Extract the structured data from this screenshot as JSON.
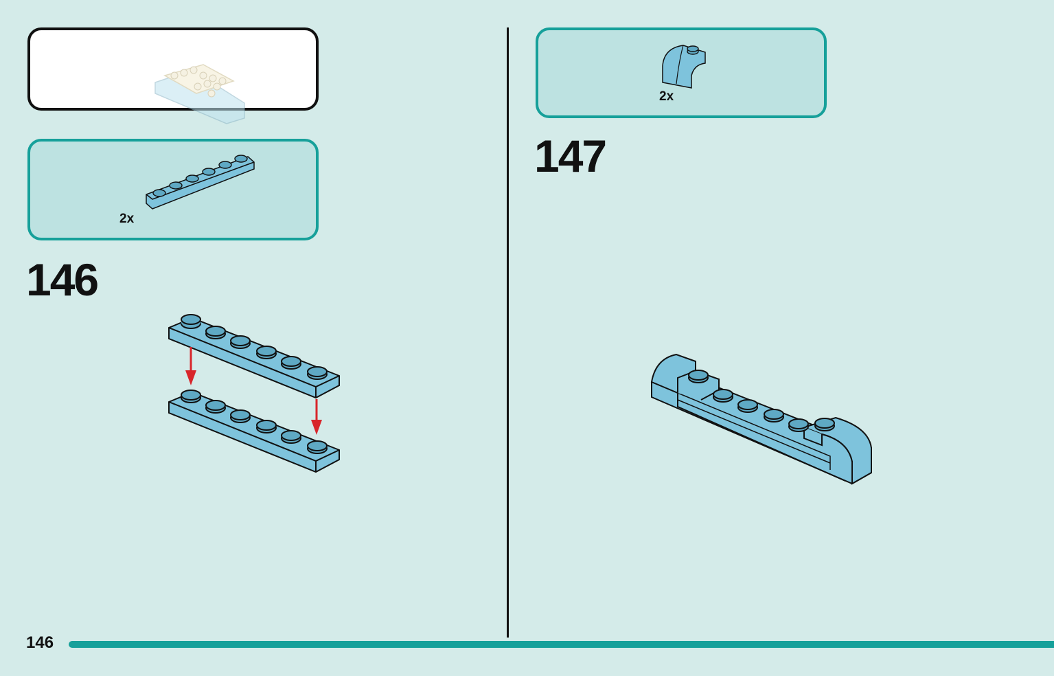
{
  "page": {
    "number": "146",
    "accent": "#16a09a",
    "background": "#d4ebe9",
    "brick_color": "#7ec3dc"
  },
  "left": {
    "preview": {
      "icon": "assembly-preview-icon"
    },
    "parts": {
      "icon": "plate-1x6-icon",
      "quantity": "2x"
    },
    "step": {
      "number": "146",
      "icon": "stack-plates-arrows-icon"
    }
  },
  "right": {
    "parts": {
      "icon": "curved-slope-icon",
      "quantity": "2x"
    },
    "step": {
      "number": "147",
      "icon": "assembled-bar-icon"
    }
  }
}
